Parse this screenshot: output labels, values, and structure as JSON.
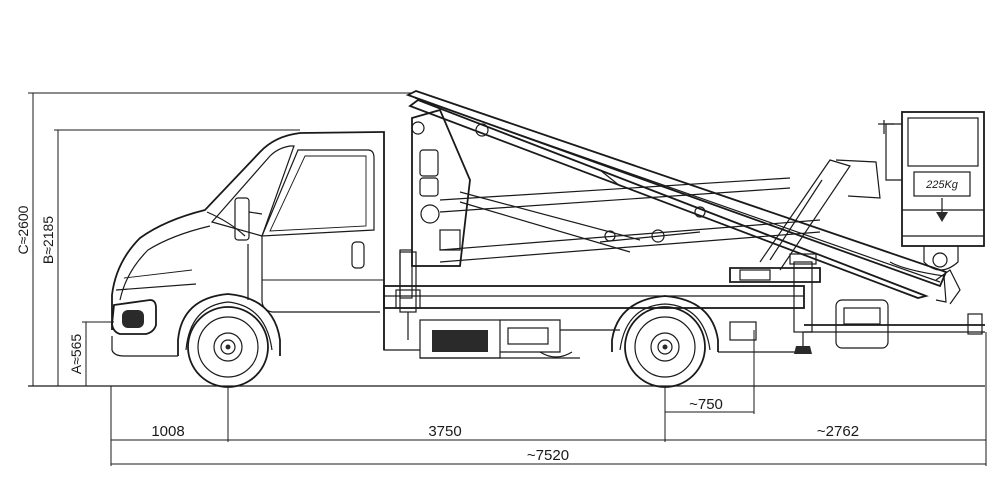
{
  "dimensions": {
    "height_c": "C≈2600",
    "height_b": "B≈2185",
    "height_a": "A≈565",
    "front_overhang": "1008",
    "wheelbase": "3750",
    "rear_outrigger": "~750",
    "rear_overhang": "~2762",
    "total_length": "~7520"
  },
  "basket": {
    "capacity": "225Kg"
  }
}
